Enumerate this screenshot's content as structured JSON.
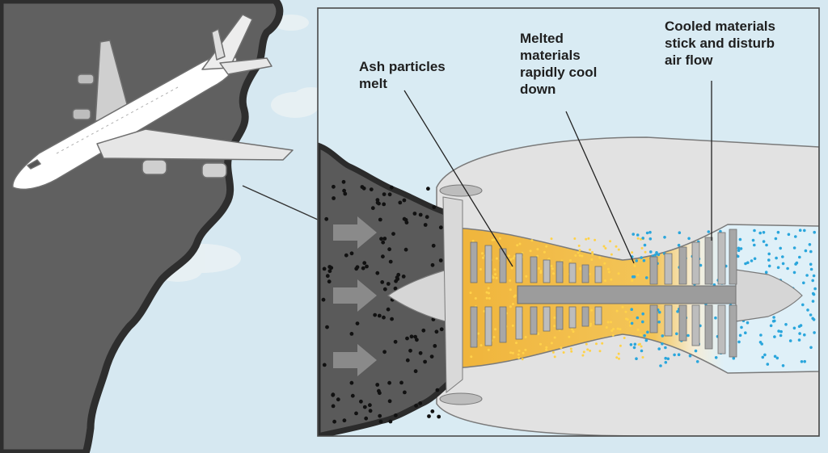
{
  "labels": {
    "ash_particles_melt": "Ash particles\nmelt",
    "melted_materials_cool": "Melted\nmaterials\nrapidly cool\ndown",
    "cooled_materials_stick": "Cooled materials\nstick and disturb\nair flow"
  },
  "colors": {
    "sky": "#d6e8f1",
    "ash_cloud": "#606060",
    "ash_cloud_edge": "#2e2e2e",
    "engine_casing": "#e2e2e2",
    "engine_outline": "#7a7a7a",
    "hot_zone": "#f0b43a",
    "cool_zone": "#dff0f8",
    "blade": "#a7a7a7",
    "ash_particle": "#111111",
    "hot_particle": "#ffd24a",
    "cooled_particle": "#2aa6dc",
    "arrow": "#8a8a8a"
  },
  "icons": [
    "airplane-illustration",
    "jet-engine-cutaway",
    "flow-arrow-icon"
  ]
}
